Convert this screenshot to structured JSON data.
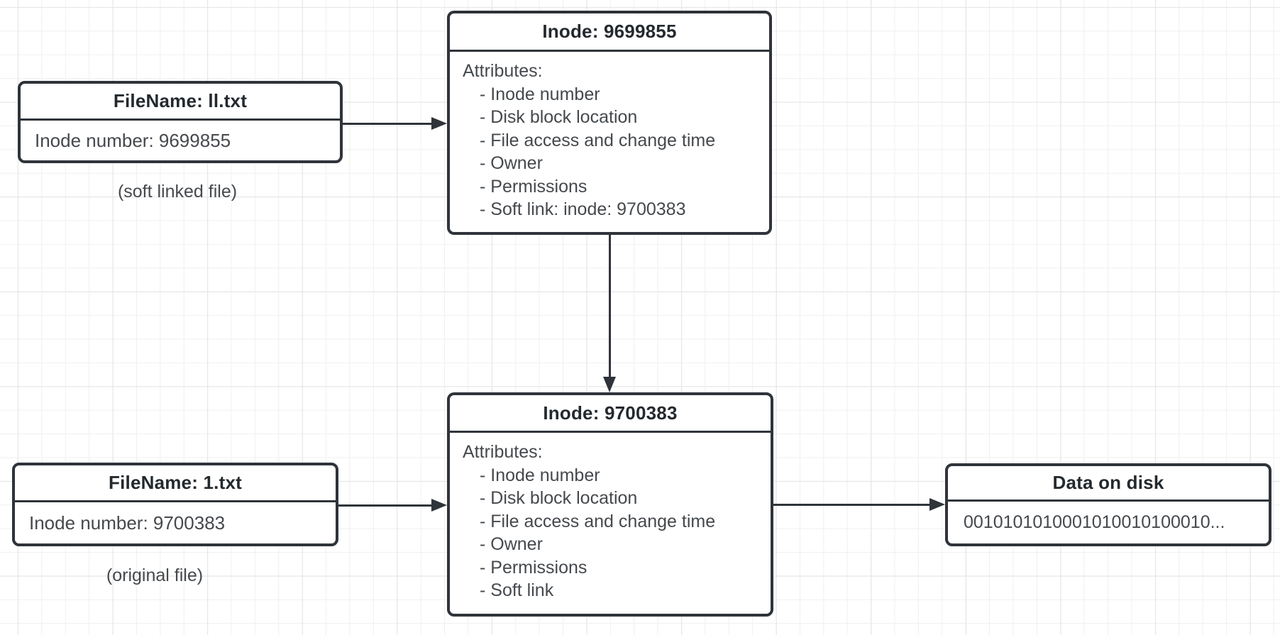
{
  "canvas": {
    "colors": {
      "stroke": "#2f343a",
      "header_text": "#24292e",
      "body_text": "#45494d",
      "grid_minor": "#f0f0f0",
      "grid_major": "#e4e4e4",
      "background": "#ffffff"
    }
  },
  "nodes": {
    "file_soft": {
      "title": "FileName: ll.txt",
      "body": "Inode number: 9699855",
      "caption": "(soft linked file)"
    },
    "file_orig": {
      "title": "FileName: 1.txt",
      "body": "Inode number: 9700383",
      "caption": "(original file)"
    },
    "inode_soft": {
      "title": "Inode: 9699855",
      "attributes_label": "Attributes:",
      "items": [
        "- Inode number",
        "- Disk block location",
        "- File access and change time",
        "- Owner",
        "- Permissions",
        "- Soft link: inode: 9700383"
      ]
    },
    "inode_orig": {
      "title": "Inode: 9700383",
      "attributes_label": "Attributes:",
      "items": [
        "- Inode number",
        "- Disk block location",
        "- File access and change time",
        "- Owner",
        "- Permissions",
        "- Soft link"
      ]
    },
    "data_disk": {
      "title": "Data on disk",
      "body": "0010101010001010010100010..."
    }
  }
}
